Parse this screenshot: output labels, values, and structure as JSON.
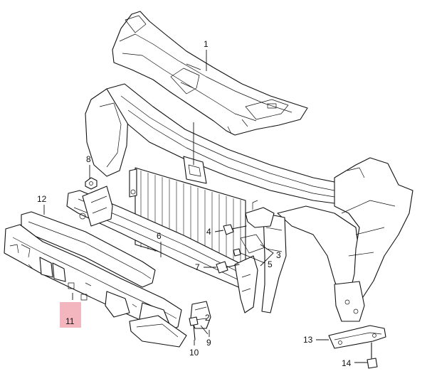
{
  "diagram": {
    "callouts": [
      {
        "id": "1",
        "text": "1"
      },
      {
        "id": "2",
        "text": "2"
      },
      {
        "id": "3",
        "text": "3"
      },
      {
        "id": "4",
        "text": "4"
      },
      {
        "id": "5",
        "text": "5"
      },
      {
        "id": "6",
        "text": "6"
      },
      {
        "id": "7",
        "text": "7"
      },
      {
        "id": "8",
        "text": "8"
      },
      {
        "id": "9",
        "text": "9"
      },
      {
        "id": "10",
        "text": "10"
      },
      {
        "id": "11",
        "text": "11"
      },
      {
        "id": "12",
        "text": "12"
      },
      {
        "id": "13",
        "text": "13"
      },
      {
        "id": "14",
        "text": "14"
      }
    ],
    "highlight_color": "#f3b6bf"
  }
}
